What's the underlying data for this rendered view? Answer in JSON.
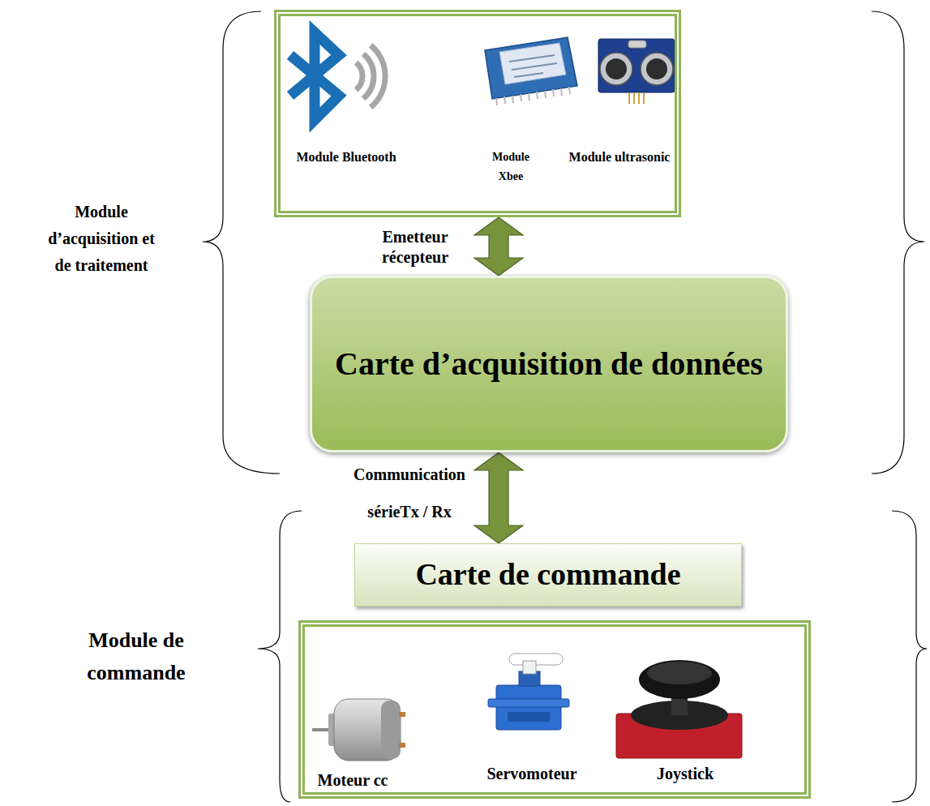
{
  "diagram": {
    "nodes": [
      {
        "text": [
          "Module Bluetooth",
          "Module Xbee",
          "Module ultrasonic"
        ]
      },
      {
        "text": [
          "Carte d’acquisition de données"
        ]
      },
      {
        "text": [
          "Carte de commande"
        ]
      },
      {
        "text": [
          "Moteur cc",
          "Servomoteur",
          "Joystick"
        ]
      }
    ],
    "edges": [
      {
        "from": 0,
        "to": 1,
        "arrow": "both",
        "label": "Emetteur récepteur"
      },
      {
        "from": 1,
        "to": 2,
        "arrow": "both",
        "label": "Communication sérieTx / Rx"
      }
    ],
    "labels": [
      "Module d’acquisition et de traitement",
      "Module de commande"
    ]
  }
}
